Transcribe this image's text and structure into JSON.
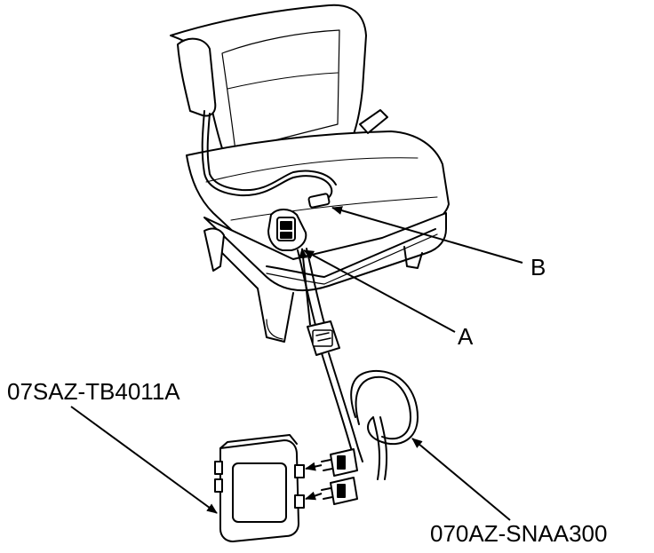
{
  "labels": {
    "callout_b": "B",
    "callout_a": "A",
    "tool_part_number": "07SAZ-TB4011A",
    "harness_part_number": "070AZ-SNAA300"
  },
  "colors": {
    "line": "#000000",
    "background": "#ffffff"
  }
}
